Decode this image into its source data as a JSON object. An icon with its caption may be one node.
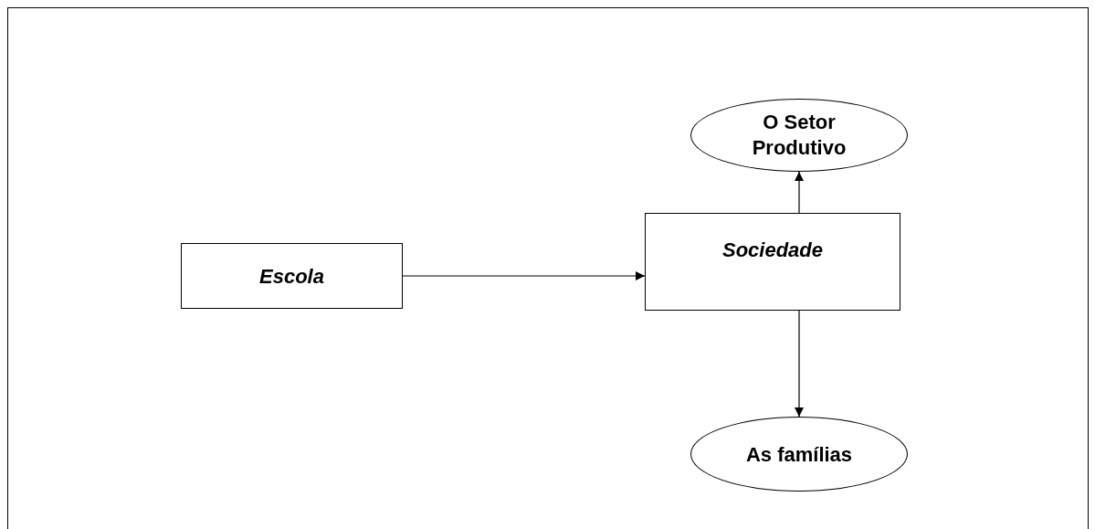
{
  "diagram": {
    "nodes": [
      {
        "text": [
          "Escola"
        ]
      },
      {
        "text": [
          "Sociedade"
        ]
      },
      {
        "text": [
          "O Setor Produtivo"
        ]
      },
      {
        "text": [
          "As famílias"
        ]
      }
    ],
    "edges": [
      {
        "from": 0,
        "to": 1,
        "arrow": "to"
      },
      {
        "from": 1,
        "to": 2,
        "arrow": "to"
      },
      {
        "from": 1,
        "to": 3,
        "arrow": "to"
      }
    ]
  }
}
